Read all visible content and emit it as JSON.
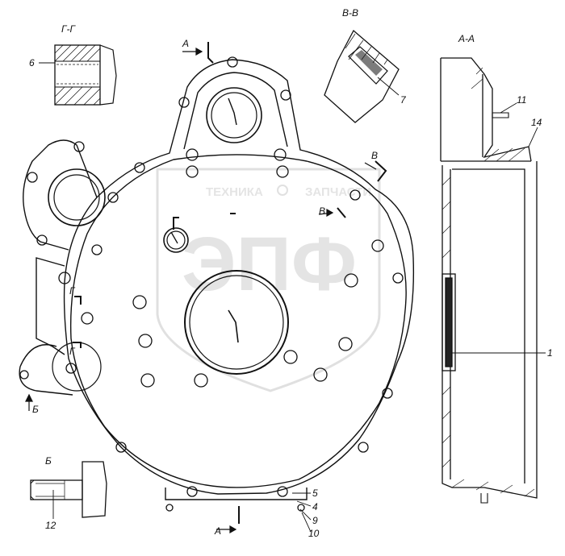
{
  "section_labels": {
    "gg": "Г-Г",
    "vv": "В-В",
    "aa": "А-А",
    "b": "Б"
  },
  "cut_markers": {
    "a_top": "А",
    "a_bottom": "А",
    "v_upper": "В",
    "v_lower": "В",
    "g_upper": "Г",
    "g_lower": "Г",
    "b_arrow": "Б"
  },
  "callouts": {
    "c1": "1",
    "c4": "4",
    "c5": "5",
    "c6": "6",
    "c7": "7",
    "c9": "9",
    "c10": "10",
    "c11": "11",
    "c12": "12",
    "c14": "14"
  },
  "watermark": {
    "line1": "ТЕХНИКА",
    "line2": "ЗАПЧАСТИ",
    "logo": "ЭПФ"
  }
}
